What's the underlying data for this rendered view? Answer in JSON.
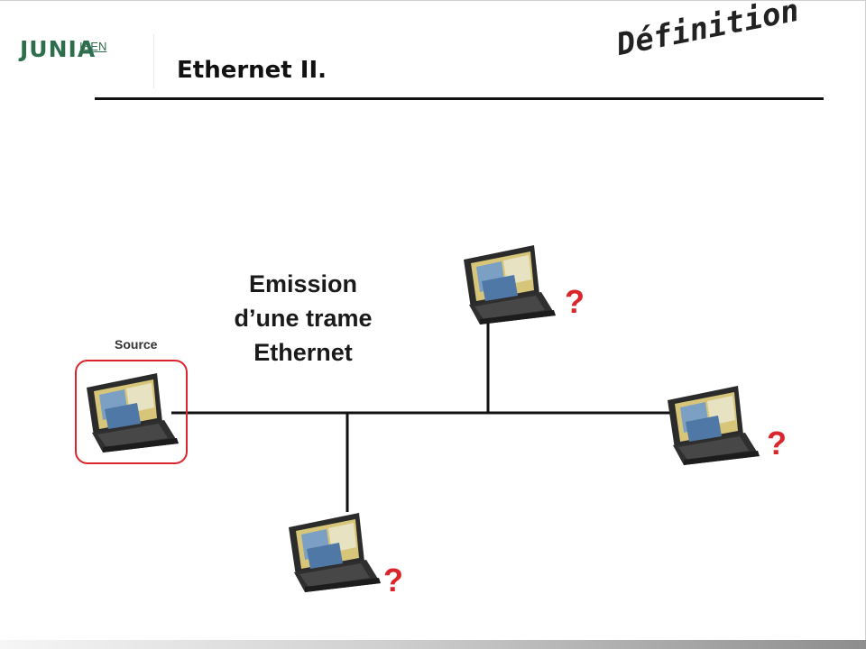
{
  "header": {
    "logo_main": "JUNIA",
    "logo_sub": "ISEN",
    "title": "Ethernet II.",
    "section_label": "Définition"
  },
  "diagram": {
    "caption_lines": [
      "Emission",
      "d’une trame",
      "Ethernet"
    ],
    "source_label": "Source",
    "unknown_mark": "?",
    "stations": [
      {
        "name": "source",
        "role": "source"
      },
      {
        "name": "top-laptop",
        "role": "destination"
      },
      {
        "name": "right-laptop",
        "role": "destination"
      },
      {
        "name": "bottom-laptop",
        "role": "destination"
      }
    ]
  },
  "colors": {
    "accent_red": "#d9262c",
    "logo_green": "#2f6e4d",
    "line": "#111111"
  }
}
